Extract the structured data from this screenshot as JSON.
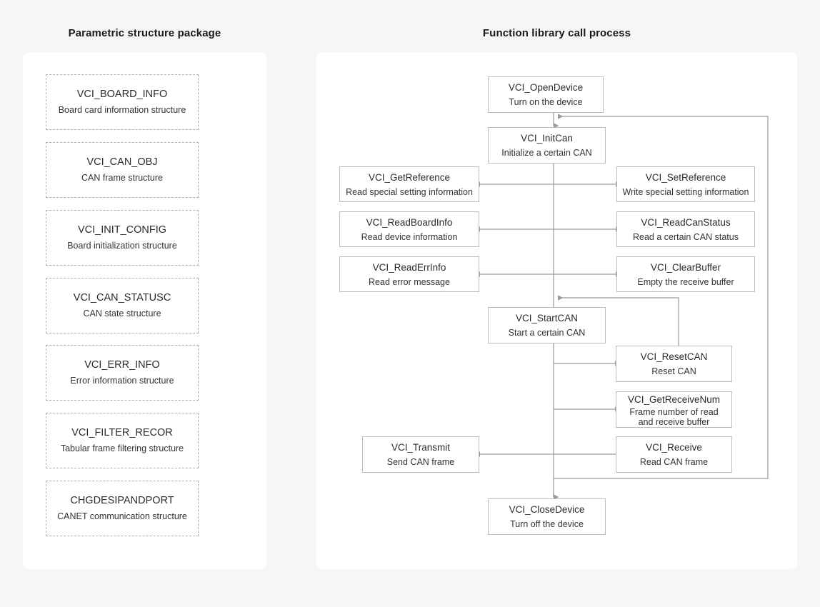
{
  "panels": {
    "left_title": "Parametric structure package",
    "right_title": "Function library call process"
  },
  "structures": [
    {
      "name": "VCI_BOARD_INFO",
      "desc": "Board card information structure"
    },
    {
      "name": "VCI_CAN_OBJ",
      "desc": "CAN frame structure"
    },
    {
      "name": "VCI_INIT_CONFIG",
      "desc": "Board initialization structure"
    },
    {
      "name": "VCI_CAN_STATUSC",
      "desc": "CAN state structure"
    },
    {
      "name": "VCI_ERR_INFO",
      "desc": "Error information structure"
    },
    {
      "name": "VCI_FILTER_RECOR",
      "desc": "Tabular frame filtering structure"
    },
    {
      "name": "CHGDESIPANDPORT",
      "desc": "CANET communication structure"
    }
  ],
  "flow": {
    "open_device": {
      "name": "VCI_OpenDevice",
      "desc": "Turn on the device"
    },
    "init_can": {
      "name": "VCI_InitCan",
      "desc": "Initialize a certain CAN"
    },
    "get_reference": {
      "name": "VCI_GetReference",
      "desc": "Read special setting information"
    },
    "set_reference": {
      "name": "VCI_SetReference",
      "desc": "Write special setting information"
    },
    "read_board_info": {
      "name": "VCI_ReadBoardInfo",
      "desc": "Read device information"
    },
    "read_can_status": {
      "name": "VCI_ReadCanStatus",
      "desc": "Read a certain CAN status"
    },
    "read_err_info": {
      "name": "VCI_ReadErrInfo",
      "desc": "Read error message"
    },
    "clear_buffer": {
      "name": "VCI_ClearBuffer",
      "desc": "Empty the receive buffer"
    },
    "start_can": {
      "name": "VCI_StartCAN",
      "desc": "Start a certain CAN"
    },
    "reset_can": {
      "name": "VCI_ResetCAN",
      "desc": "Reset CAN"
    },
    "get_receive_num": {
      "name": "VCI_GetReceiveNum",
      "desc": "Frame number of read and receive buffer"
    },
    "transmit": {
      "name": "VCI_Transmit",
      "desc": "Send CAN frame"
    },
    "receive": {
      "name": "VCI_Receive",
      "desc": "Read CAN frame"
    },
    "close_device": {
      "name": "VCI_CloseDevice",
      "desc": "Turn off the device"
    }
  },
  "colors": {
    "page_background": "#f6f6f7",
    "card_background": "#ffffff",
    "box_border": "#bcbcbc",
    "dashed_border": "#b0b0b0",
    "connector": "#9a9a9a",
    "title_text": "#1a1a1a",
    "body_text": "#333333"
  }
}
